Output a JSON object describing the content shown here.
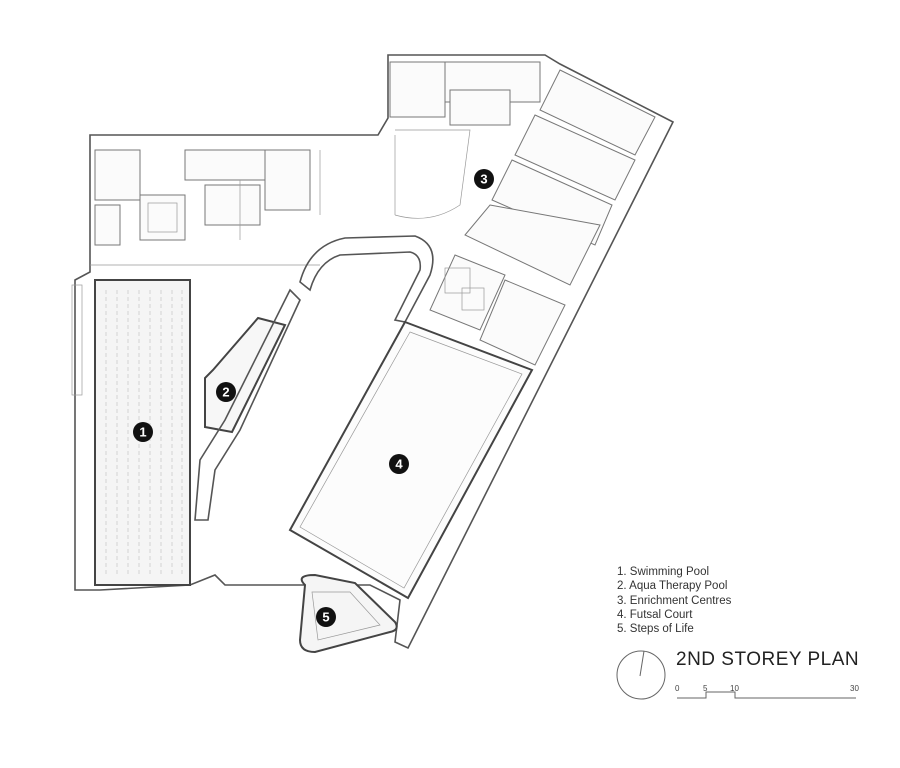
{
  "title": "2ND STOREY PLAN",
  "legend": [
    "1.  Swimming Pool",
    "2.  Aqua Therapy Pool",
    "3.  Enrichment Centres",
    "4.  Futsal Court",
    "5.  Steps of Life"
  ],
  "markers": [
    "1",
    "2",
    "3",
    "4",
    "5"
  ],
  "scale_bar": {
    "ticks": [
      "0",
      "5",
      "10",
      "30"
    ]
  },
  "north_icon": "north-arrow-circle"
}
